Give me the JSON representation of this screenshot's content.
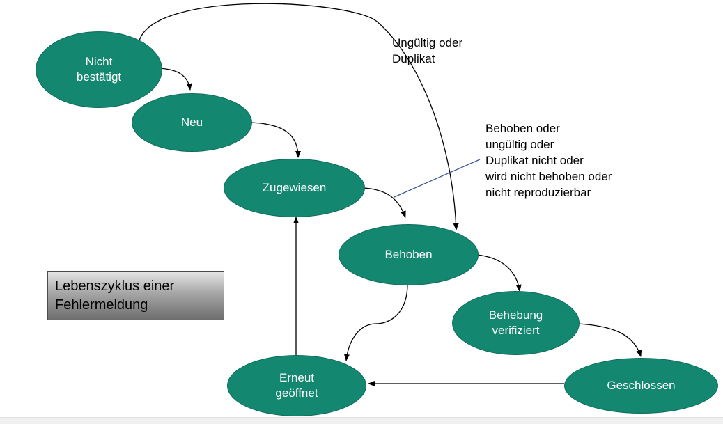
{
  "states": {
    "nicht_bestaetigt": "Nicht\nbestätigt",
    "neu": "Neu",
    "zugewiesen": "Zugewiesen",
    "behoben": "Behoben",
    "behebung_verifiziert": "Behebung\nverifiziert",
    "geschlossen": "Geschlossen",
    "erneut_geoeffnet": "Erneut\ngeöffnet"
  },
  "transitions": [
    {
      "from": "Nicht bestätigt",
      "to": "Neu"
    },
    {
      "from": "Nicht bestätigt",
      "to": "Behoben",
      "label": "Ungültig oder\nDuplikat"
    },
    {
      "from": "Neu",
      "to": "Zugewiesen"
    },
    {
      "from": "Zugewiesen",
      "to": "Behoben"
    },
    {
      "from": "Behoben",
      "to": "Behebung verifiziert"
    },
    {
      "from": "Behebung verifiziert",
      "to": "Geschlossen"
    },
    {
      "from": "Behoben",
      "to": "Erneut geöffnet"
    },
    {
      "from": "Geschlossen",
      "to": "Erneut geöffnet"
    },
    {
      "from": "Erneut geöffnet",
      "to": "Zugewiesen"
    }
  ],
  "labels": {
    "ungueltig_duplikat": "Ungültig oder\nDuplikat",
    "behoben_note": "Behoben oder\nungültig oder\nDuplikat nicht oder\nwird nicht behoben oder\nnicht reproduzierbar"
  },
  "title_box": "Lebenszyklus einer\nFehlermeldung",
  "colors": {
    "state_fill": "#138770",
    "state_text": "#ffffff",
    "arrow": "#000000",
    "annotation_line": "#3d5a99"
  }
}
